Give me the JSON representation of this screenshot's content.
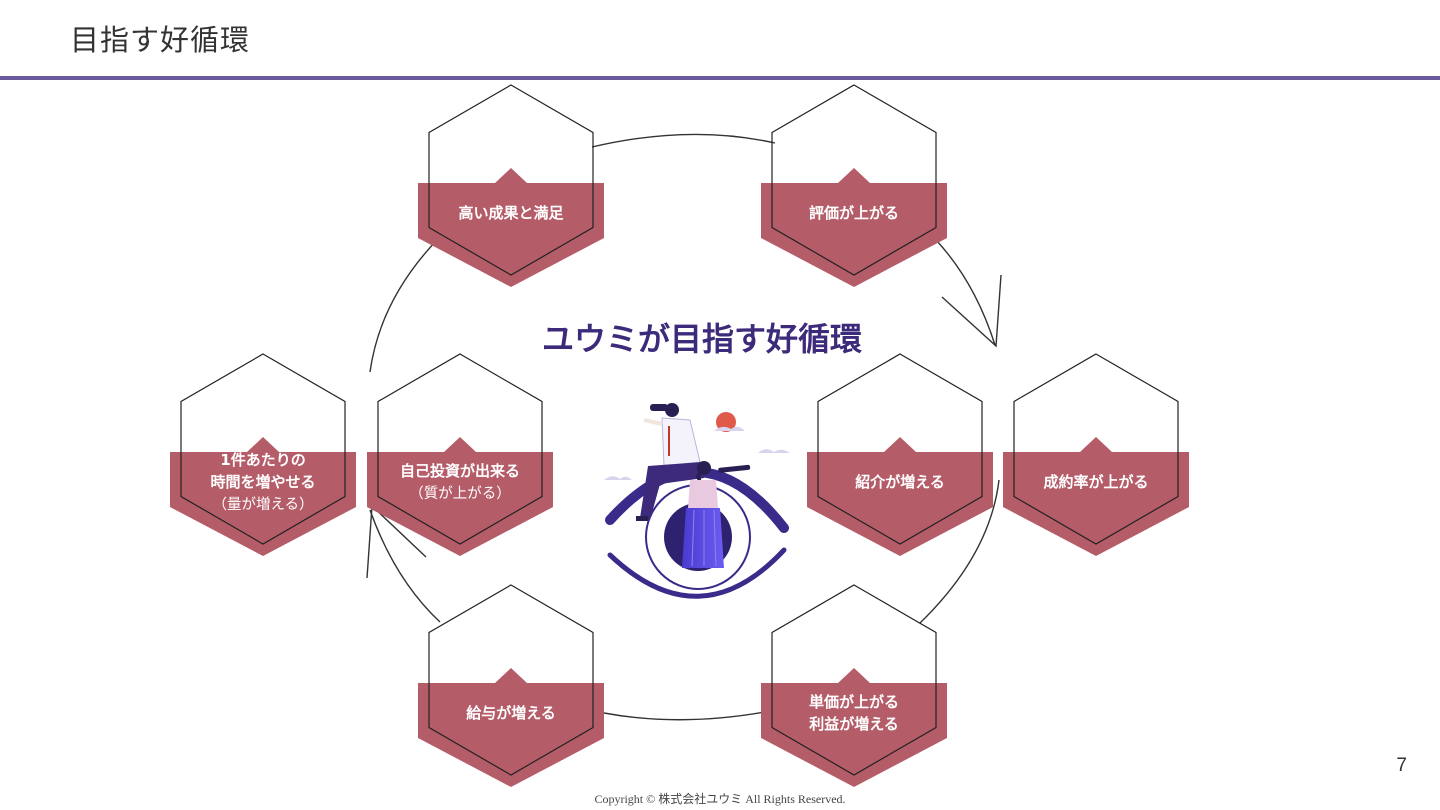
{
  "header": {
    "title": "目指す好循環"
  },
  "diagram": {
    "center_title": "ユウミが目指す好循環",
    "nodes": [
      {
        "id": "high-results",
        "lines": [
          "高い成果と満足"
        ],
        "sub": ""
      },
      {
        "id": "evaluation-up",
        "lines": [
          "評価が上がる"
        ],
        "sub": ""
      },
      {
        "id": "closing-rate-up",
        "lines": [
          "成約率が上がる"
        ],
        "sub": ""
      },
      {
        "id": "referrals-up",
        "lines": [
          "紹介が増える"
        ],
        "sub": ""
      },
      {
        "id": "price-profit-up",
        "lines": [
          "単価が上がる",
          "利益が増える"
        ],
        "sub": ""
      },
      {
        "id": "salary-up",
        "lines": [
          "給与が増える"
        ],
        "sub": ""
      },
      {
        "id": "time-per-case",
        "lines": [
          "1件あたりの",
          "時間を増やせる"
        ],
        "sub": "（量が増える）"
      },
      {
        "id": "self-investment",
        "lines": [
          "自己投資が出来る"
        ],
        "sub": "（質が上がる）"
      }
    ]
  },
  "colors": {
    "accent": "#b55c69",
    "title_rule": "#6a5a9e",
    "center_title": "#3d2a7a",
    "illustration_purple": "#3a2a8a"
  },
  "footer": {
    "page_number": "7",
    "copyright": "Copyright © 株式会社ユウミ  All Rights Reserved."
  }
}
